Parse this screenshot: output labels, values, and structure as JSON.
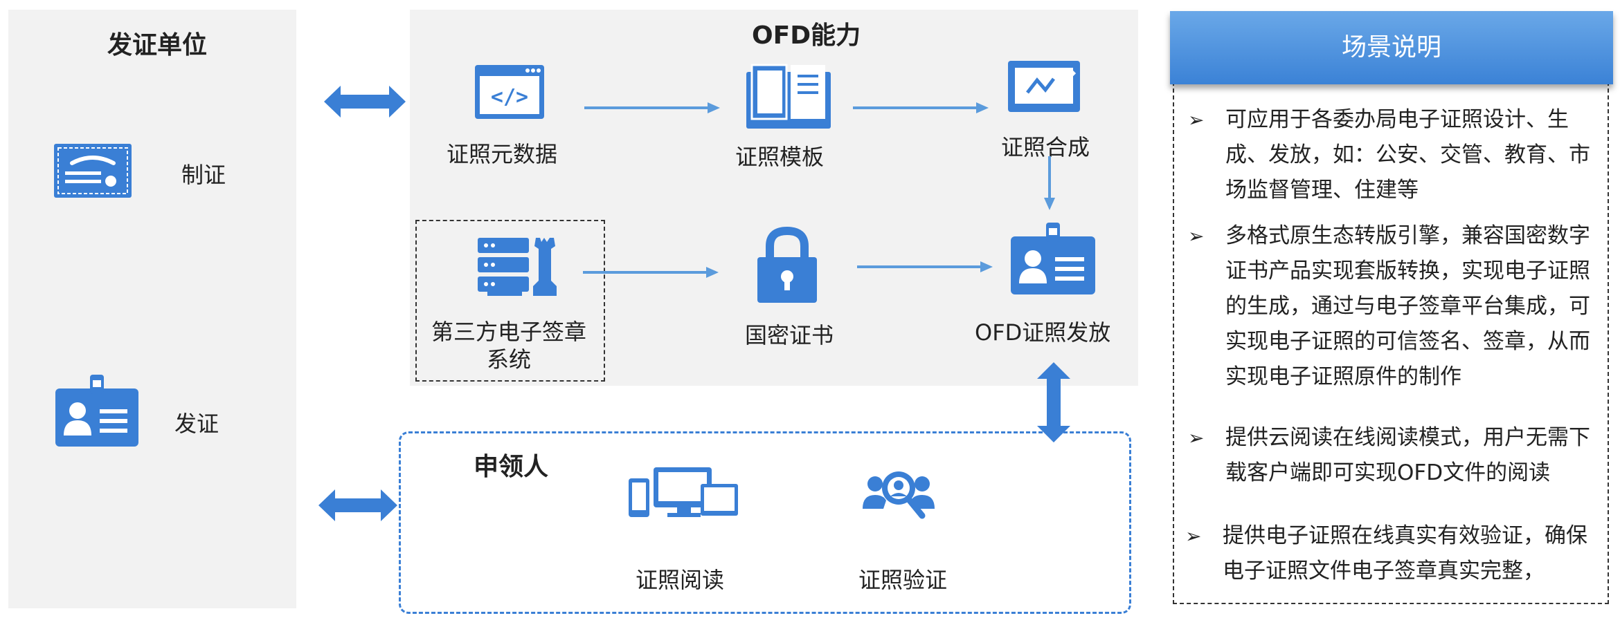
{
  "issuer": {
    "title": "发证单位",
    "make_label": "制证",
    "issue_label": "发证"
  },
  "ofd": {
    "title": "OFD能力",
    "metadata_label": "证照元数据",
    "template_label": "证照模板",
    "compose_label": "证照合成",
    "third_party_label": "第三方电子签章\n系统",
    "sm_cert_label": "国密证书",
    "issue_label": "OFD证照发放"
  },
  "applicant": {
    "title": "申领人",
    "read_label": "证照阅读",
    "verify_label": "证照验证"
  },
  "scene": {
    "title": "场景说明",
    "bullets": [
      "可应用于各委办局电子证照设计、生成、发放，如：公安、交管、教育、市场监督管理、住建等",
      "多格式原生态转版引擎，兼容国密数字证书产品实现套版转换，实现电子证照的生成，通过与电子签章平台集成，可实现电子证照的可信签名、签章，从而实现电子证照原件的制作",
      "提供云阅读在线阅读模式，用户无需下载客户端即可实现OFD文件的阅读",
      "提供电子证照在线真实有效验证，确保电子证照文件电子签章真实完整，"
    ]
  },
  "colors": {
    "accent": "#3a7fd5",
    "panel": "#f2f2f2"
  }
}
